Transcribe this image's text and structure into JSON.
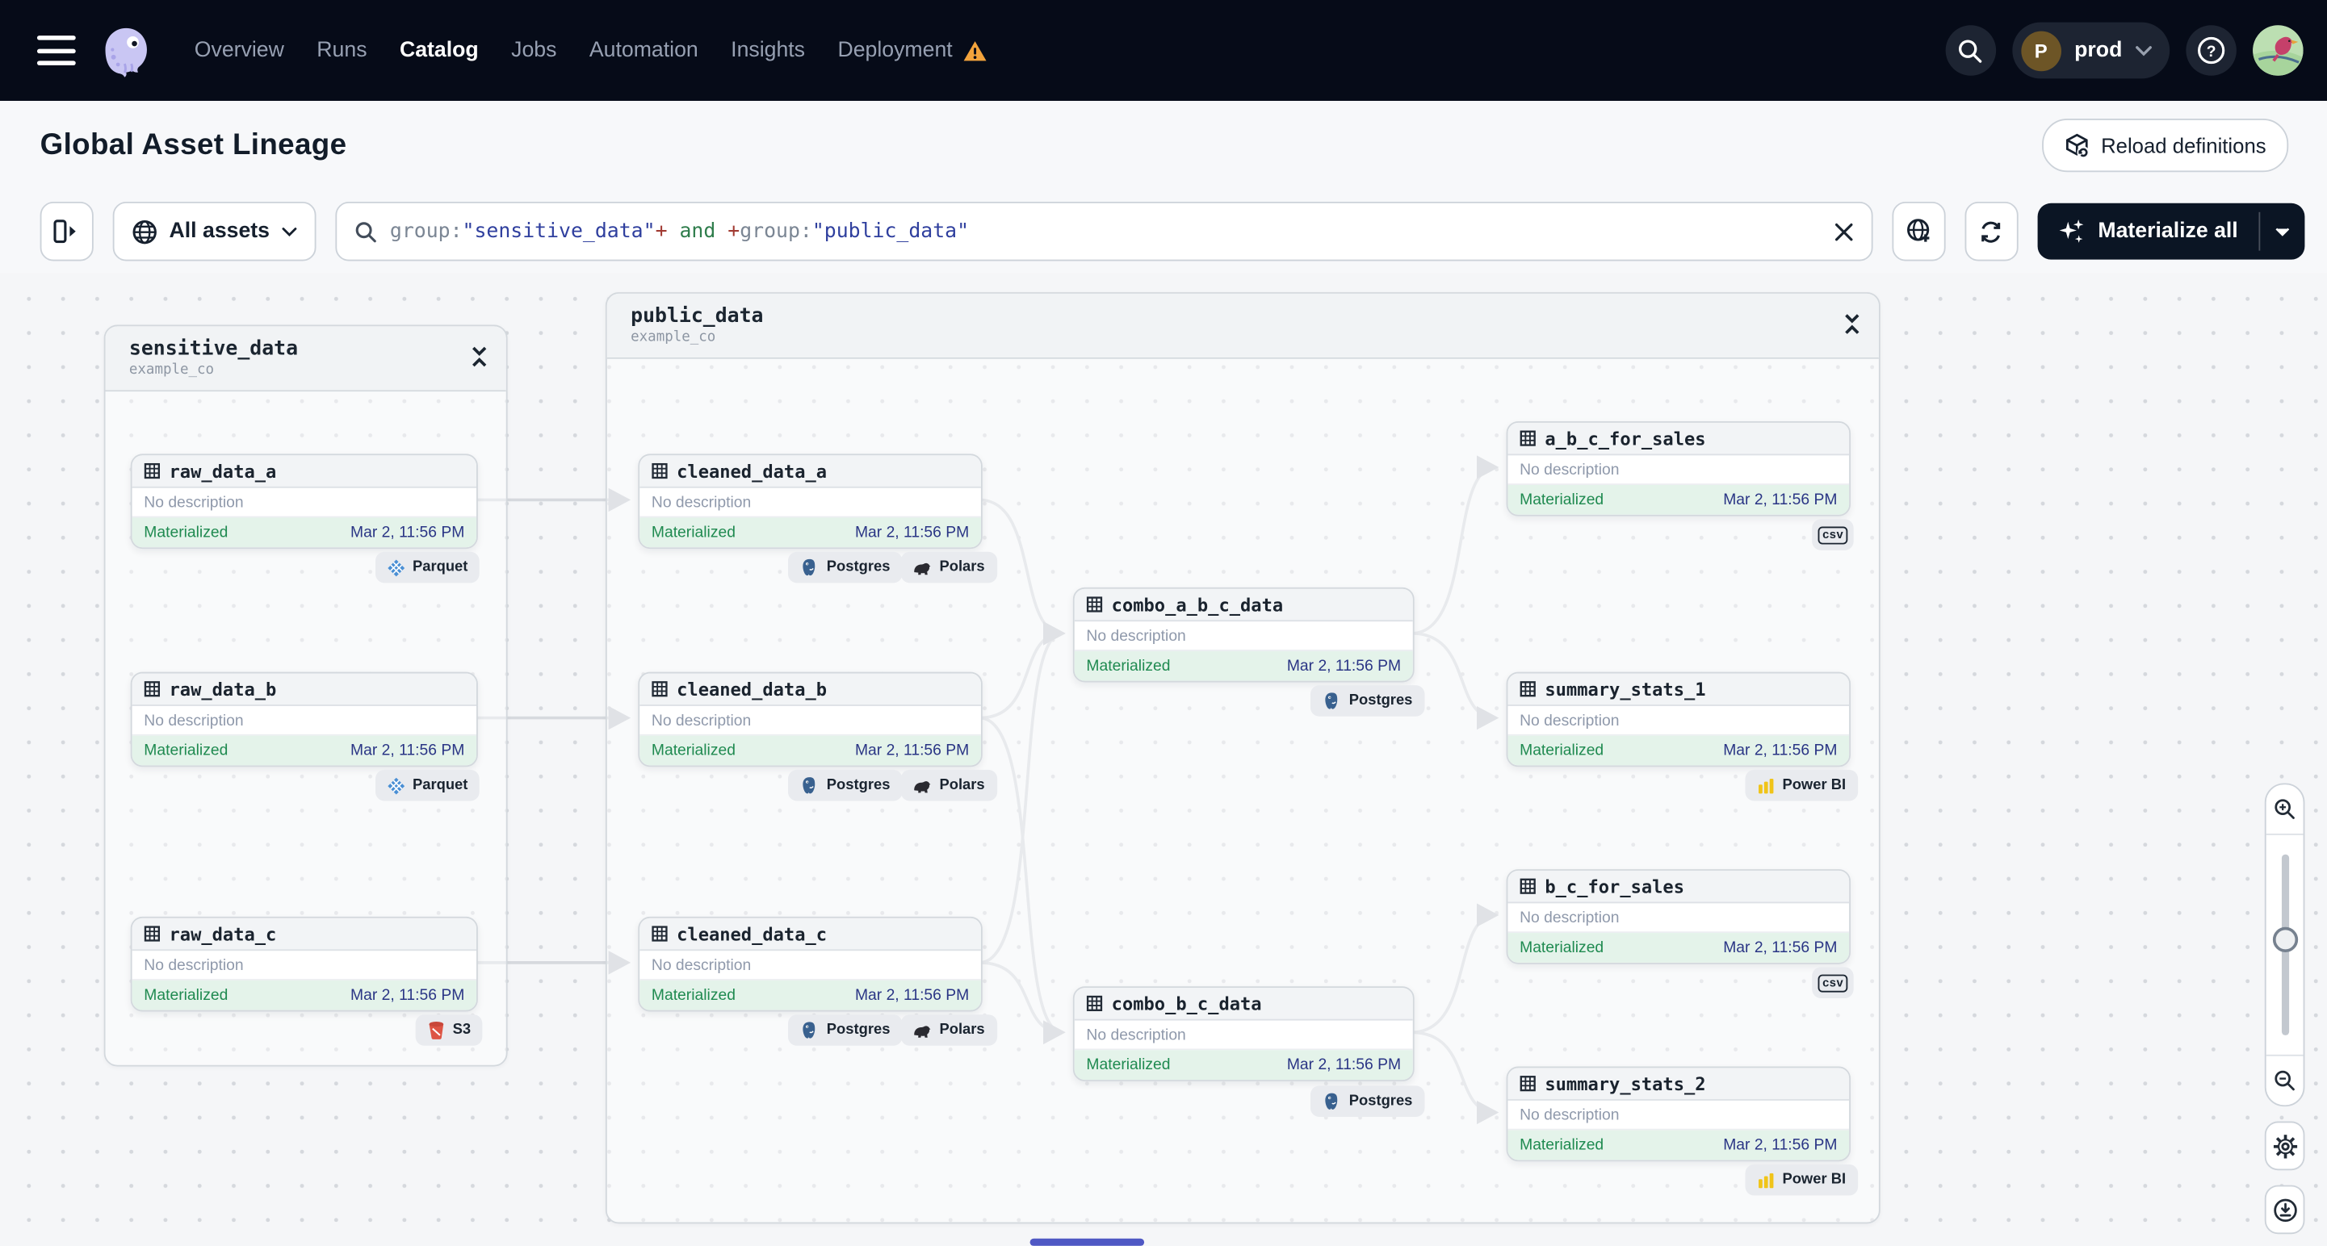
{
  "nav": {
    "items": [
      {
        "label": "Overview",
        "active": false
      },
      {
        "label": "Runs",
        "active": false
      },
      {
        "label": "Catalog",
        "active": true
      },
      {
        "label": "Jobs",
        "active": false
      },
      {
        "label": "Automation",
        "active": false
      },
      {
        "label": "Insights",
        "active": false
      },
      {
        "label": "Deployment",
        "active": false,
        "warning": true
      }
    ],
    "env": {
      "initial": "P",
      "label": "prod"
    }
  },
  "header": {
    "title": "Global Asset Lineage",
    "reload_label": "Reload definitions"
  },
  "toolbar": {
    "filter_label": "All assets",
    "materialize_label": "Materialize all",
    "query": {
      "parts": [
        {
          "text": "group:",
          "color": "#7b8694"
        },
        {
          "text": "\"sensitive_data\"",
          "color": "#2f3f9e"
        },
        {
          "text": "+",
          "color": "#a13a32"
        },
        {
          "text": " and ",
          "color": "#2f7d4c"
        },
        {
          "text": "+",
          "color": "#a13a32"
        },
        {
          "text": "group:",
          "color": "#7b8694"
        },
        {
          "text": "\"public_data\"",
          "color": "#2f3f9e"
        }
      ]
    }
  },
  "groups": [
    {
      "name": "sensitive_data",
      "subtitle": "example_co"
    },
    {
      "name": "public_data",
      "subtitle": "example_co"
    }
  ],
  "nodes": {
    "raw_data_a": {
      "name": "raw_data_a",
      "description": "No description",
      "status": "Materialized",
      "timestamp": "Mar 2, 11:56 PM",
      "badges": [
        "Parquet"
      ]
    },
    "raw_data_b": {
      "name": "raw_data_b",
      "description": "No description",
      "status": "Materialized",
      "timestamp": "Mar 2, 11:56 PM",
      "badges": [
        "Parquet"
      ]
    },
    "raw_data_c": {
      "name": "raw_data_c",
      "description": "No description",
      "status": "Materialized",
      "timestamp": "Mar 2, 11:56 PM",
      "badges": [
        "S3"
      ]
    },
    "cleaned_data_a": {
      "name": "cleaned_data_a",
      "description": "No description",
      "status": "Materialized",
      "timestamp": "Mar 2, 11:56 PM",
      "badges": [
        "Postgres",
        "Polars"
      ]
    },
    "cleaned_data_b": {
      "name": "cleaned_data_b",
      "description": "No description",
      "status": "Materialized",
      "timestamp": "Mar 2, 11:56 PM",
      "badges": [
        "Postgres",
        "Polars"
      ]
    },
    "cleaned_data_c": {
      "name": "cleaned_data_c",
      "description": "No description",
      "status": "Materialized",
      "timestamp": "Mar 2, 11:56 PM",
      "badges": [
        "Postgres",
        "Polars"
      ]
    },
    "combo_a_b_c_data": {
      "name": "combo_a_b_c_data",
      "description": "No description",
      "status": "Materialized",
      "timestamp": "Mar 2, 11:56 PM",
      "badges": [
        "Postgres"
      ]
    },
    "combo_b_c_data": {
      "name": "combo_b_c_data",
      "description": "No description",
      "status": "Materialized",
      "timestamp": "Mar 2, 11:56 PM",
      "badges": [
        "Postgres"
      ]
    },
    "a_b_c_for_sales": {
      "name": "a_b_c_for_sales",
      "description": "No description",
      "status": "Materialized",
      "timestamp": "Mar 2, 11:56 PM",
      "badges": [
        "csv"
      ]
    },
    "summary_stats_1": {
      "name": "summary_stats_1",
      "description": "No description",
      "status": "Materialized",
      "timestamp": "Mar 2, 11:56 PM",
      "badges": [
        "Power BI"
      ]
    },
    "b_c_for_sales": {
      "name": "b_c_for_sales",
      "description": "No description",
      "status": "Materialized",
      "timestamp": "Mar 2, 11:56 PM",
      "badges": [
        "csv"
      ]
    },
    "summary_stats_2": {
      "name": "summary_stats_2",
      "description": "No description",
      "status": "Materialized",
      "timestamp": "Mar 2, 11:56 PM",
      "badges": [
        "Power BI"
      ]
    }
  },
  "colors": {
    "nav_bg": "#060b18",
    "materialized_text": "#1f8a50",
    "materialized_bg": "#e4f3ea",
    "timestamp": "#2a3585",
    "edge": "#d6d9de",
    "warning": "#f2a33c",
    "scroll_accent": "#4f58c4"
  }
}
